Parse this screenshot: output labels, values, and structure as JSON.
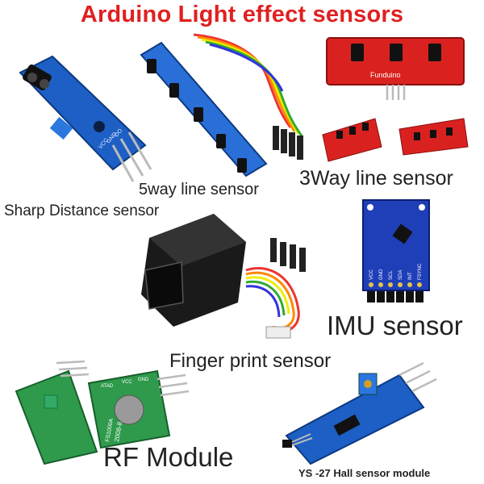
{
  "title": "Arduino Light effect sensors",
  "modules": [
    {
      "id": "sharp",
      "caption": "Sharp Distance sensor",
      "pin_labels": [
        "VCC",
        "GND",
        "DO"
      ]
    },
    {
      "id": "fiveway",
      "caption": "5way line sensor"
    },
    {
      "id": "threeway",
      "caption": "3Way line sensor",
      "board_text": "Funduino"
    },
    {
      "id": "imu",
      "caption": "IMU sensor",
      "pin_labels": [
        "VCC",
        "GND",
        "SCL",
        "SDA",
        "INT",
        "FSYNC"
      ]
    },
    {
      "id": "finger",
      "caption": "Finger print sensor"
    },
    {
      "id": "rf",
      "caption": "RF Module",
      "board_text": [
        "FS1000A",
        "2008-8"
      ],
      "pin_labels": [
        "ATAD",
        "VCC",
        "GND"
      ]
    },
    {
      "id": "hall",
      "caption": "YS -27 Hall sensor module"
    }
  ],
  "colors": {
    "title": "#e02020",
    "blue_pcb": "#1d5fc4",
    "red_pcb": "#d9221f",
    "green_pcb": "#2f9a4c"
  }
}
